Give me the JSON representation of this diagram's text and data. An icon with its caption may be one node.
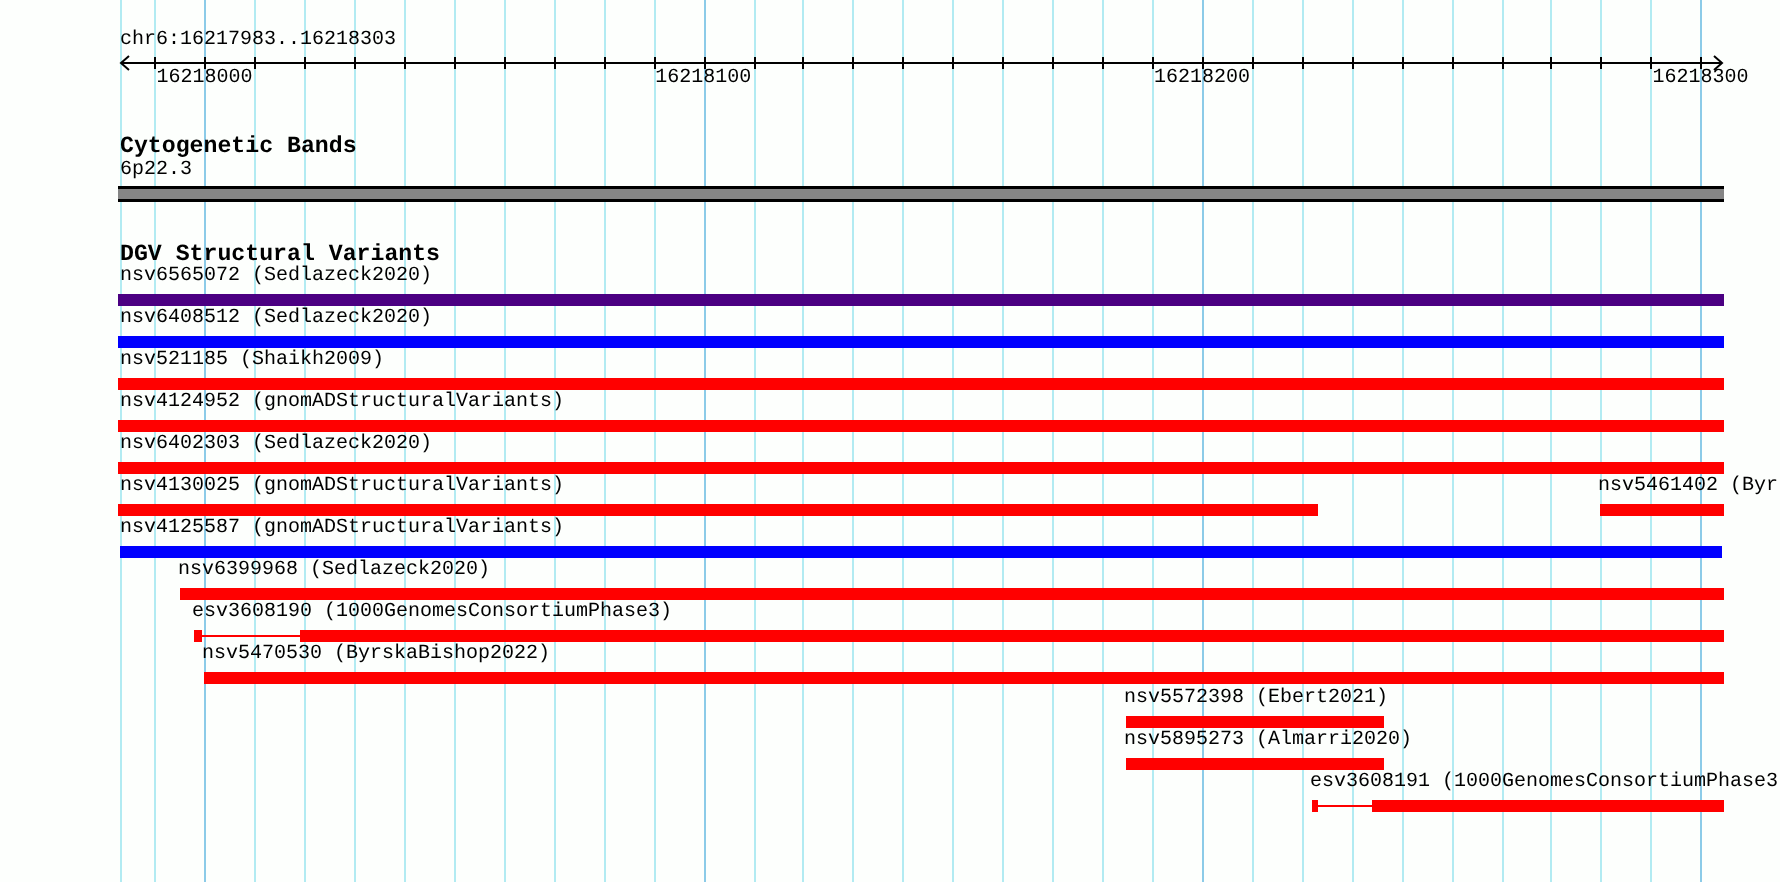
{
  "diagram": {
    "nodes": [
      {
        "text": [
          "6p22.3"
        ]
      },
      {
        "text": [
          "nsv6565072 (Sedlazeck2020)"
        ]
      },
      {
        "text": [
          "nsv6408512 (Sedlazeck2020)"
        ]
      },
      {
        "text": [
          "nsv521185 (Shaikh2009)"
        ]
      },
      {
        "text": [
          "nsv4124952 (gnomADStructuralVariants)"
        ]
      },
      {
        "text": [
          "nsv6402303 (Sedlazeck2020)"
        ]
      },
      {
        "text": [
          "nsv4130025 (gnomADStructuralVariants)"
        ]
      },
      {
        "text": [
          "nsv5461402 (Byr"
        ]
      },
      {
        "text": [
          "nsv4125587 (gnomADStructuralVariants)"
        ]
      },
      {
        "text": [
          "nsv6399968 (Sedlazeck2020)"
        ]
      },
      {
        "text": [
          "esv3608190 (1000GenomesConsortiumPhase3)"
        ]
      },
      {
        "text": [
          "nsv5470530 (ByrskaBishop2022)"
        ]
      },
      {
        "text": [
          "nsv5572398 (Ebert2021)"
        ]
      },
      {
        "text": [
          "nsv5895273 (Almarri2020)"
        ]
      },
      {
        "text": [
          "esv3608191 (1000GenomesConsortiumPhase3"
        ]
      }
    ],
    "labels": [
      "chr6:16217983..16218303",
      "16218000",
      "16218100",
      "16218200",
      "16218300",
      "Cytogenetic Bands",
      "DGV Structural Variants"
    ]
  }
}
